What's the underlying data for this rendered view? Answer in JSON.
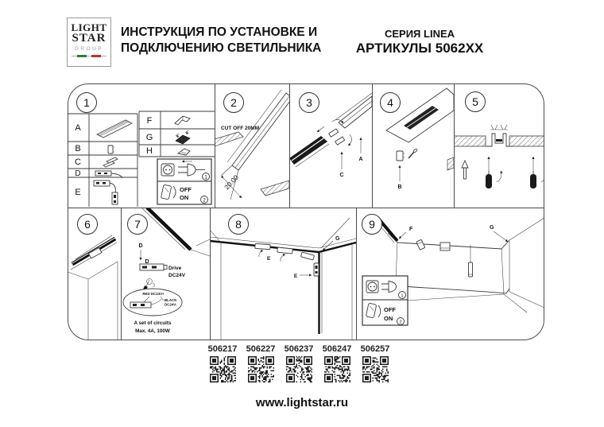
{
  "header": {
    "logo": {
      "line1": "LIGHT",
      "line2": "STAR",
      "line3": "GROUP"
    },
    "title_line1": "ИНСТРУКЦИЯ ПО УСТАНОВКЕ И",
    "title_line2": "ПОДКЛЮЧЕНИЮ СВЕТИЛЬНИКА",
    "series": "СЕРИЯ LINEA",
    "articles_title": "АРТИКУЛЫ 5062XX"
  },
  "panels": {
    "p1": {
      "number": "1",
      "row_a": "A",
      "row_b": "B",
      "row_c": "C",
      "row_d": "D",
      "row_e": "E",
      "row_f": "F",
      "row_g": "G",
      "row_h": "H",
      "plug_step": "1",
      "switch_step": "2",
      "switch_off": "OFF",
      "switch_on": "ON"
    },
    "p2": {
      "number": "2",
      "cut_off_label": "CUT OFF 20MM",
      "dimension": "20.00"
    },
    "p3": {
      "number": "3",
      "label_a": "A",
      "label_c": "C"
    },
    "p4": {
      "number": "4",
      "label_b": "B"
    },
    "p5": {
      "number": "5"
    },
    "p6": {
      "number": "6"
    },
    "p7": {
      "number": "7",
      "label_d1": "D",
      "label_d2": "D",
      "driver_line1": "Drive",
      "driver_line2": "DC24V",
      "wire_red": "RED DC24V+",
      "wire_black_line1": "BLACK",
      "wire_black_line2": "DC24V-",
      "circuits_line1": "A set of circuits",
      "circuits_line2": "Max. 4A, 100W"
    },
    "p8": {
      "number": "8",
      "label_e1": "E",
      "label_e2": "E",
      "label_g": "G"
    },
    "p9": {
      "number": "9",
      "label_f": "F",
      "label_g": "G",
      "plug_step": "1",
      "switch_step": "2",
      "switch_off": "OFF",
      "switch_on": "ON"
    }
  },
  "footer": {
    "articles": [
      {
        "code": "506217"
      },
      {
        "code": "506227"
      },
      {
        "code": "506237"
      },
      {
        "code": "506247"
      },
      {
        "code": "506257"
      }
    ],
    "website": "www.lightstar.ru"
  },
  "colors": {
    "line": "#3a3a3a",
    "dark": "#111111",
    "logo_gray": "#9a9a9a",
    "flag_green": "#2f7d33",
    "flag_red": "#c22f2f"
  }
}
